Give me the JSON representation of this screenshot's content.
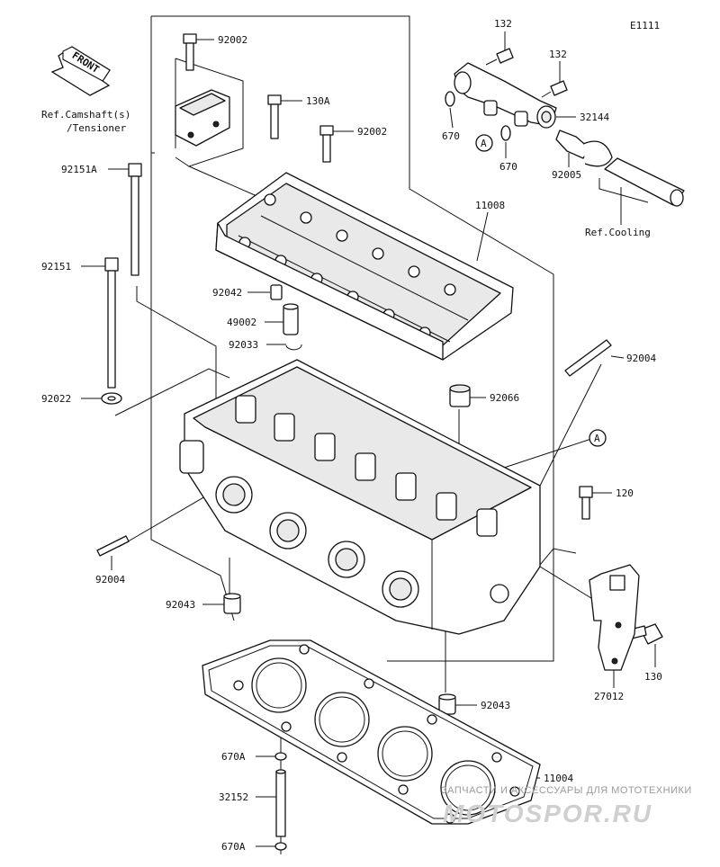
{
  "diagram": {
    "code": "E1111",
    "front_label": "FRONT",
    "ref_camshaft": [
      "Ref.Camshaft(s)",
      "/Tensioner"
    ],
    "ref_cooling": "Ref.Cooling",
    "callout_marker": "A",
    "parts": {
      "p92002_top": "92002",
      "p130A": "130A",
      "p92002_mid": "92002",
      "p92151A": "92151A",
      "p92151": "92151",
      "p92042": "92042",
      "p49002": "49002",
      "p92033": "92033",
      "p92022": "92022",
      "p92004_left": "92004",
      "p92043_left": "92043",
      "p670A_top": "670A",
      "p32152": "32152",
      "p670A_bottom": "670A",
      "p132_a": "132",
      "p132_b": "132",
      "p32144": "32144",
      "p670_a": "670",
      "p670_b": "670",
      "p92005": "92005",
      "p11008": "11008",
      "p92004_right": "92004",
      "p92066": "92066",
      "p120": "120",
      "p27012": "27012",
      "p130": "130",
      "p92043_right": "92043",
      "p11004": "11004"
    }
  },
  "watermark": {
    "line1": "ЗАПЧАСТИ И АКСЕССУАРЫ ДЛЯ МОТОТЕХНИКИ",
    "line2": "MOTOSPOR.RU"
  }
}
